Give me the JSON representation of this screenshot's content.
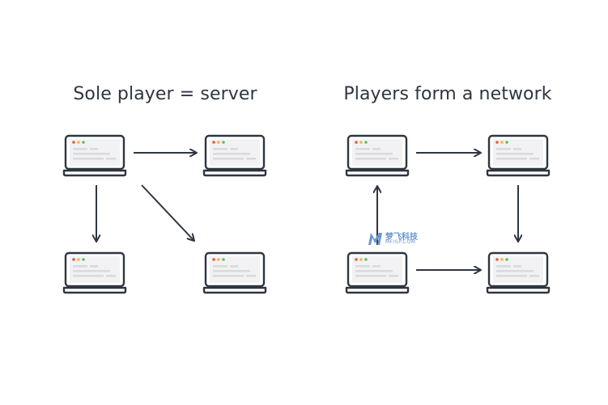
{
  "panels": {
    "left_title": "Sole player = server",
    "right_title": "Players form a network"
  },
  "watermark": {
    "text_cn": "梦飞科技",
    "text_en": "MFISP.COM",
    "color": "#6a96cf"
  },
  "colors": {
    "stroke": "#2f3640",
    "screen_fill": "#f2f2f4",
    "dot_red": "#e8574f",
    "dot_yellow": "#f3b63b",
    "dot_green": "#5bbf6a",
    "lines": "#d9dadd"
  },
  "icon": "laptop-icon"
}
